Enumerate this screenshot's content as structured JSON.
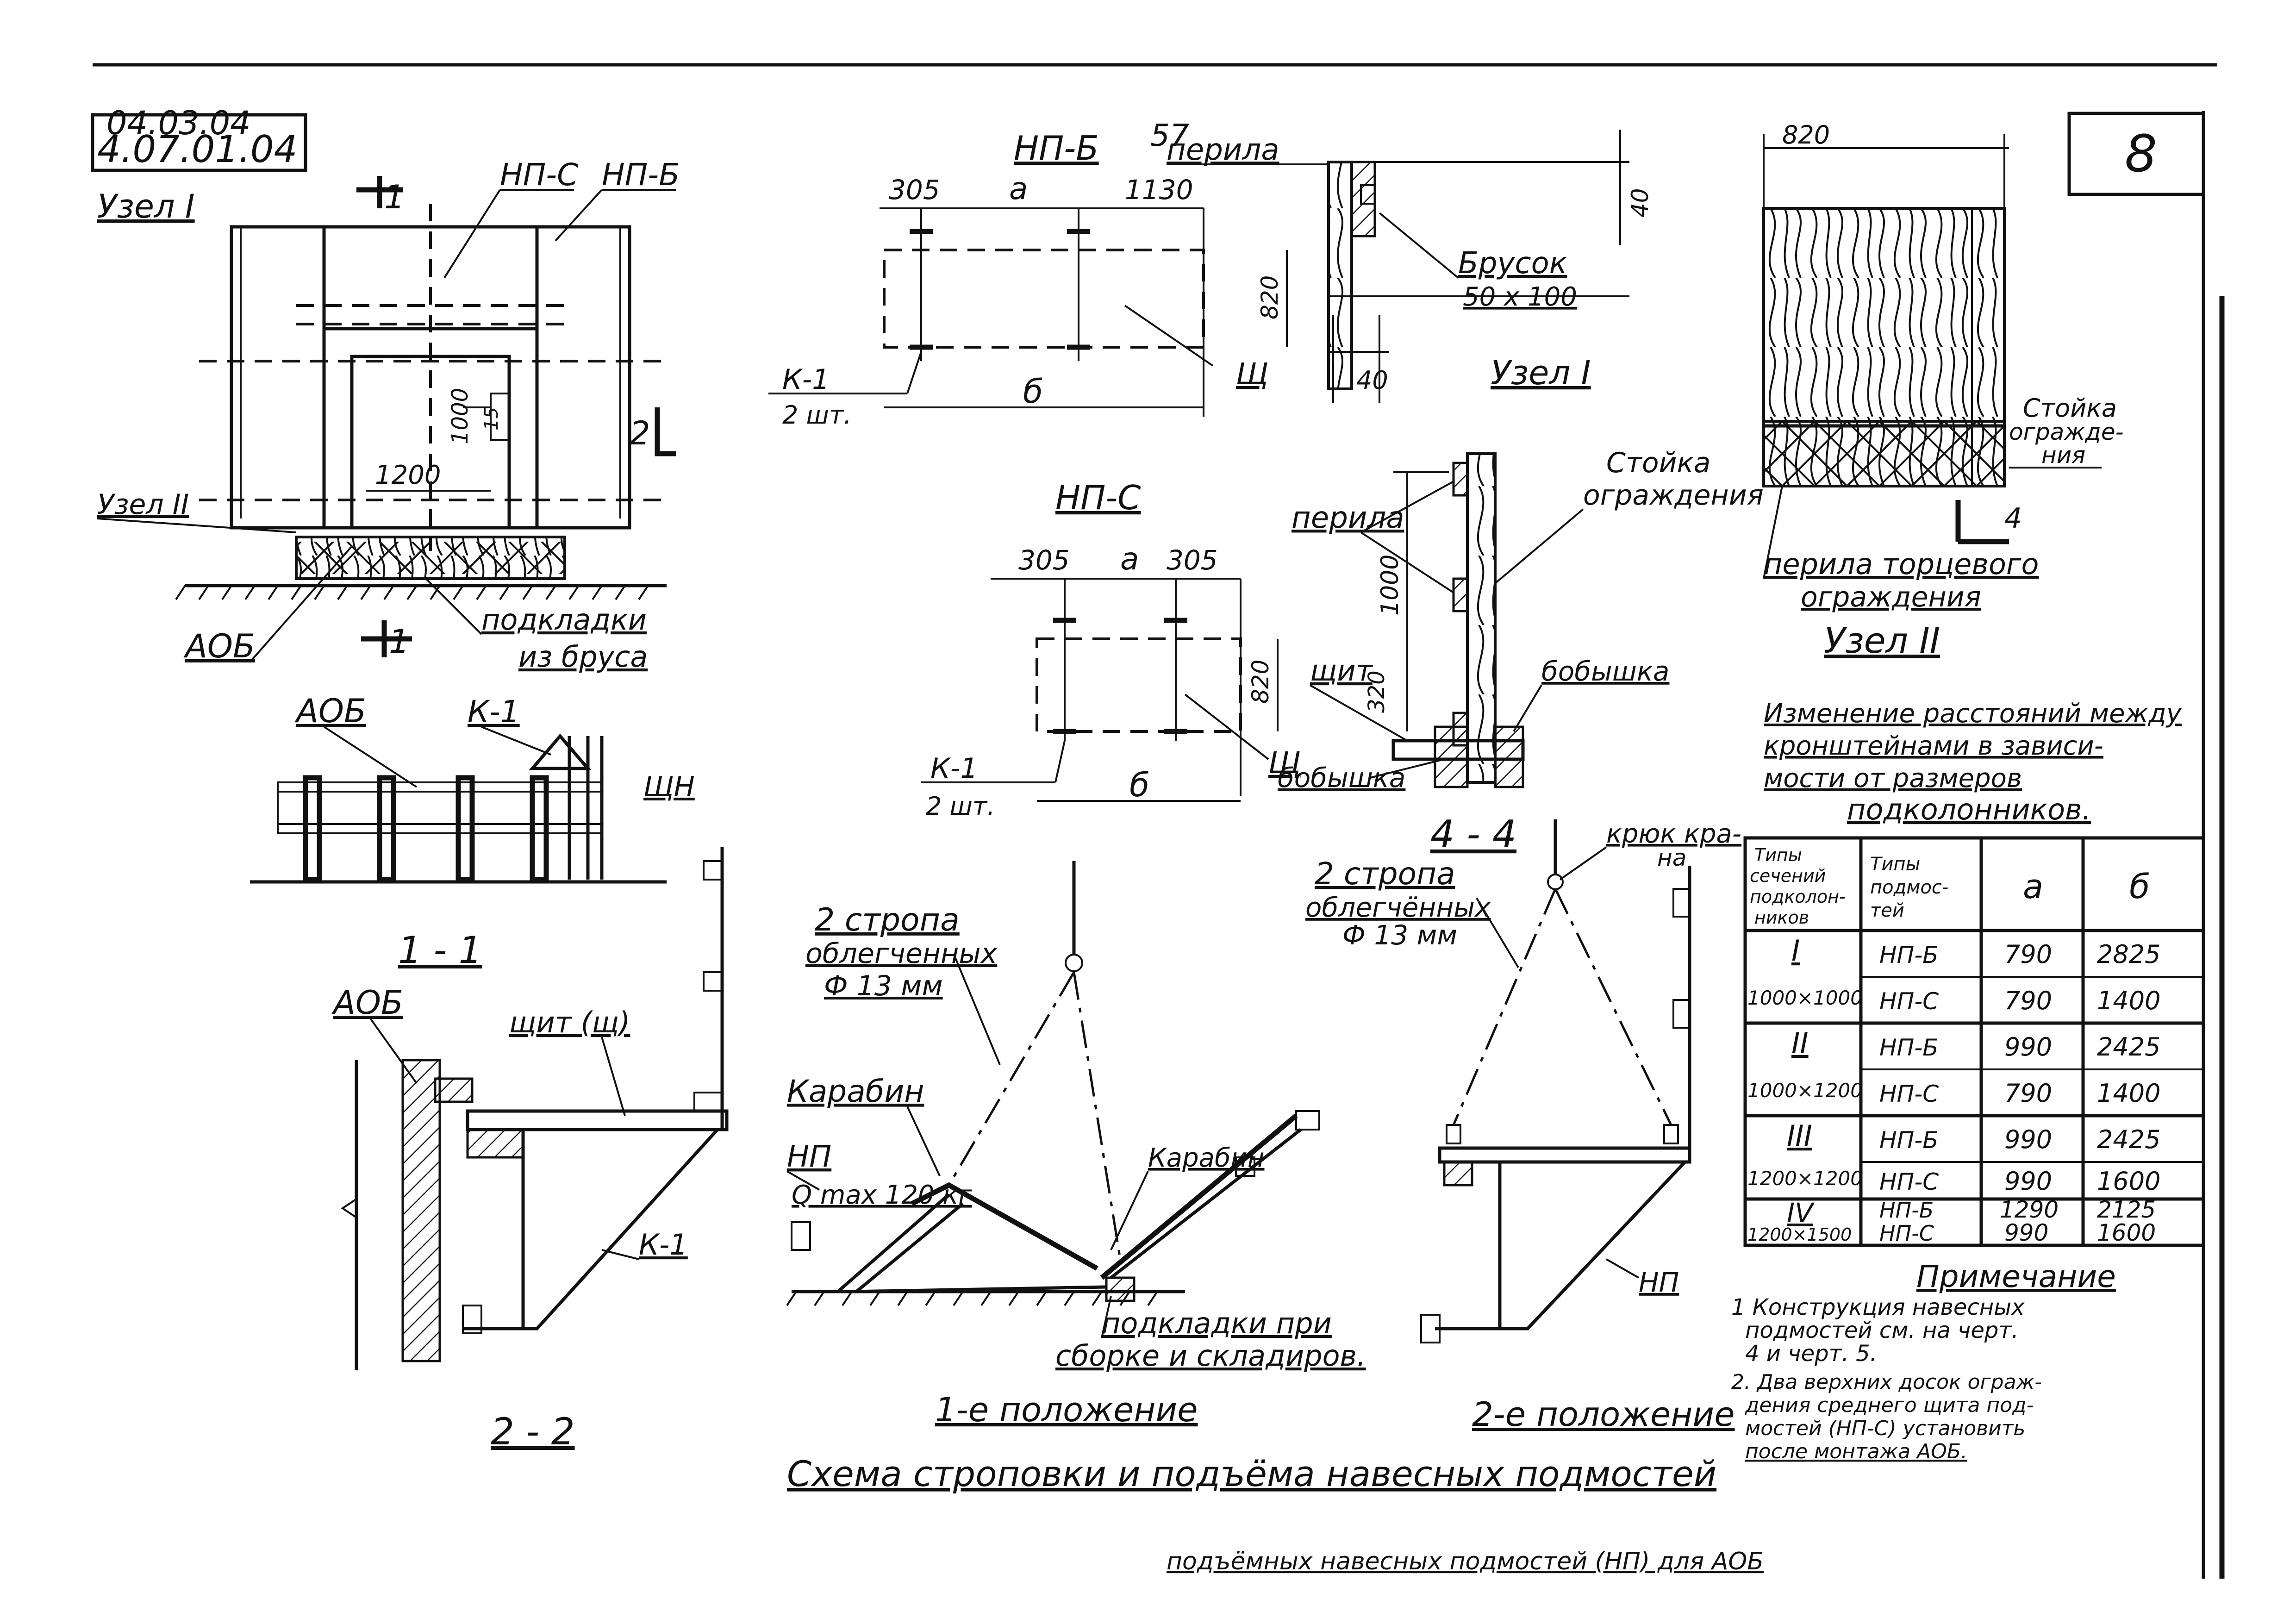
{
  "sheet": {
    "code_top": "04.03.04",
    "code": "4.07.01.04",
    "sheet_number": "8",
    "page_mark": "57"
  },
  "node1_plan": {
    "title": "Узел I",
    "labels": {
      "np_s": "НП-С",
      "np_b": "НП-Б",
      "node2": "Узел II",
      "cut1_top": "1",
      "cut1_bottom": "1",
      "cut2": "2",
      "dim_1000": "1000",
      "dim_1200": "1200",
      "dim_15": "15",
      "aob": "АОБ",
      "pads_1": "подкладки",
      "pads_2": "из бруса"
    }
  },
  "section_1_1": {
    "title": "1 - 1",
    "labels": {
      "aob": "АОБ",
      "k1": "К-1",
      "shch": "ЩН"
    }
  },
  "section_2_2": {
    "title": "2 - 2",
    "labels": {
      "aob": "АОБ",
      "shield": "щит (щ)",
      "k1": "К-1"
    }
  },
  "np_b_view": {
    "title": "НП-Б",
    "labels": {
      "railing": "перила",
      "dim_305": "305",
      "dim_a": "а",
      "dim_1130": "1130",
      "dim_820": "820",
      "dim_b": "б",
      "shch": "Щ",
      "k1": "К-1",
      "k1_qty": "2 шт."
    }
  },
  "node1_detail": {
    "title": "Узел I",
    "labels": {
      "bar": "Брусок",
      "bar_size": "50 х 100",
      "dim_40_a": "40",
      "dim_40_b": "40"
    }
  },
  "np_s_view": {
    "title": "НП-С",
    "labels": {
      "dim_305_l": "305",
      "dim_a": "а",
      "dim_305_r": "305",
      "dim_820": "820",
      "dim_b": "б",
      "shch": "Щ",
      "k1": "К-1",
      "k1_qty": "2 шт."
    }
  },
  "post_detail": {
    "labels": {
      "railing": "перила",
      "post_1": "Стойка",
      "post_2": "ограждения",
      "shield": "щит",
      "dim_1000": "1000",
      "dim_320": "320",
      "skirting_1": "бобышка",
      "skirting_2": "бобышка"
    }
  },
  "node2_detail": {
    "title": "Узел II",
    "labels": {
      "dim_820": "820",
      "post_1": "Стойка",
      "post_2": "огражде-",
      "post_3": "ния",
      "end_railing_1": "перила торцевого",
      "end_railing_2": "ограждения",
      "cut4": "4"
    }
  },
  "section_4_4": {
    "title": "4 - 4",
    "labels": {
      "hook_1": "крюк кра-",
      "hook_2": "на",
      "sling_1": "2 стропа",
      "sling_2": "облегчённых",
      "sling_3": "Ф 13 мм",
      "np": "НП"
    }
  },
  "position1": {
    "labels": {
      "sling_1": "2 стропа",
      "sling_2": "облегченных",
      "sling_3": "Ф 13 мм",
      "carabiner_1": "Карабин",
      "carabiner_2": "Карабин",
      "np": "НП",
      "qmax": "Q max 120 кг",
      "pads_1": "подкладки при",
      "pads_2": "сборке и складиров."
    }
  },
  "captions": {
    "position1": "1-е положение",
    "position2": "2-е положение",
    "main": "Схема строповки и подъёма навесных подмостей",
    "bottom": "подъёмных навесных подмостей (НП) для АОБ"
  },
  "table": {
    "title_1": "Изменение расстояний между",
    "title_2": "кронштейнами в зависи-",
    "title_3": "мости от размеров",
    "title_4": "подколонников.",
    "headers": [
      "Типы сечений подколонников",
      "Типы подмостей",
      "а",
      "б"
    ],
    "rows": [
      {
        "num": "I",
        "size": "1000×1000",
        "cells": [
          [
            "НП-Б",
            "790",
            "2825"
          ],
          [
            "НП-С",
            "790",
            "1400"
          ]
        ]
      },
      {
        "num": "II",
        "size": "1000×1200",
        "cells": [
          [
            "НП-Б",
            "990",
            "2425"
          ],
          [
            "НП-С",
            "790",
            "1400"
          ]
        ]
      },
      {
        "num": "III",
        "size": "1200×1200",
        "cells": [
          [
            "НП-Б",
            "990",
            "2425"
          ],
          [
            "НП-С",
            "990",
            "1600"
          ]
        ]
      },
      {
        "num": "IV",
        "size": "1200×1500",
        "cells": [
          [
            "НП-Б",
            "1290",
            "2125"
          ],
          [
            "НП-С",
            "990",
            "1600"
          ]
        ]
      }
    ]
  },
  "note": {
    "title": "Примечание",
    "lines": [
      "1 Конструкция навесных",
      "подмостей см. на черт.",
      "4 и черт. 5.",
      "2. Два верхних досок ограж-",
      "дения среднего щита под-",
      "мостей (НП-С) установить",
      "после монтажа АОБ."
    ]
  }
}
